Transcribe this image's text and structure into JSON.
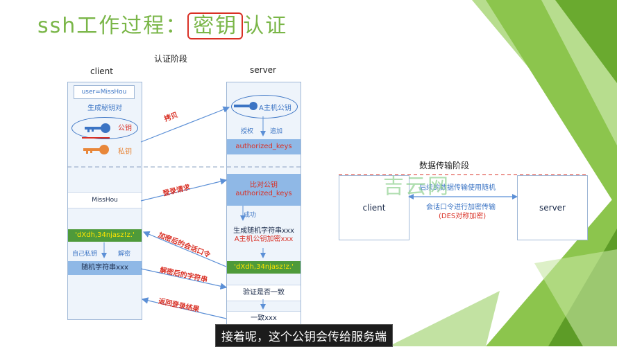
{
  "title": {
    "prefix": "ssh工作过程：",
    "boxed": "密钥",
    "suffix": "认证"
  },
  "auth_stage": {
    "heading": "认证阶段",
    "client_label": "client",
    "server_label": "server",
    "client": {
      "user": "user=MissHou",
      "gen_pair": "生成秘钥对",
      "public_key": "公钥",
      "private_key": "私钥",
      "misshou": "MissHou",
      "encrypted_token": "'dXdh,34njasz!z.'",
      "own_private": "自己私钥",
      "decrypt": "解密",
      "random_str": "随机字符串xxx"
    },
    "server": {
      "host_pubkey": "A主机公钥",
      "authorize": "授权",
      "append": "追加",
      "authorized_keys": "authorized_keys",
      "compare_1": "比对公钥",
      "compare_2": "authorized_keys",
      "success": "成功",
      "gen_random_1": "生成随机字符串xxx",
      "gen_random_2": "A主机公钥加密xxx",
      "encrypted_token": "'dXdh,34njasz!z.'",
      "verify": "验证是否一致",
      "consistent": "一致xxx"
    },
    "arrows": {
      "copy": "拷贝",
      "login_request": "登录请求",
      "encrypted_session": "加密后的会话口令",
      "decrypted_string": "解密后的字符串",
      "return_result": "返回登录结果"
    }
  },
  "data_stage": {
    "heading": "数据传输阶段",
    "client": "client",
    "server": "server",
    "line1": "后续的数据传输使用随机",
    "line2": "会话口令进行加密传输",
    "line3": "(DES对称加密)"
  },
  "watermark": "吉云网",
  "caption": "接着呢，这个公钥会传给服务端",
  "colors": {
    "accent_green": "#7ab648",
    "red": "#d93025",
    "blue_fill": "#8fb8e6",
    "arrow_blue": "#5b8fd6"
  }
}
